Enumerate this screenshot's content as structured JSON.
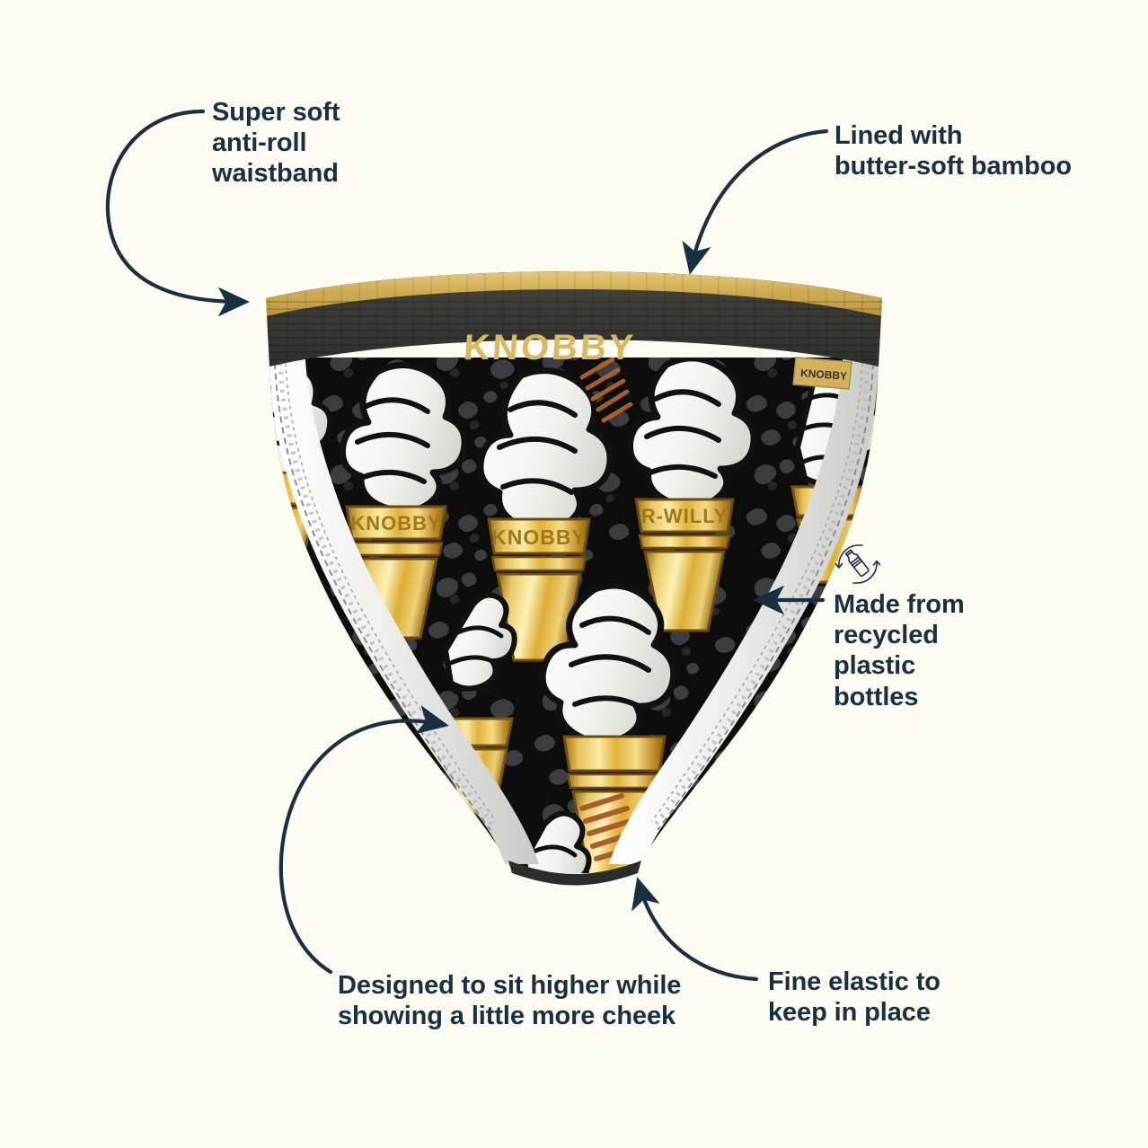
{
  "page": {
    "background_color": "#FDFAF2",
    "annotation_color": "#173143",
    "product_brand": "KNOBBY",
    "product_type": "cheeky-brief-underwear",
    "print_theme": "soft-serve ice cream cones on leopard print"
  },
  "callouts": [
    {
      "id": "waistband",
      "text": "Super soft\nanti-roll\nwaistband",
      "position": "top-left",
      "arrow": "curve-left-down-to-waistband"
    },
    {
      "id": "bamboo",
      "text": "Lined with\nbutter-soft bamboo",
      "position": "top-right",
      "arrow": "curve-down-to-lining"
    },
    {
      "id": "recycled",
      "text": "Made from\nrecycled\nplastic\nbottles",
      "position": "right",
      "arrow": "straight-left-to-hip"
    },
    {
      "id": "cheek",
      "text": "Designed to sit higher while\nshowing a little more cheek",
      "position": "bottom-left",
      "arrow": "curve-up-right-to-leg-opening"
    },
    {
      "id": "elastic",
      "text": "Fine elastic to\nkeep in place",
      "position": "bottom-right",
      "arrow": "curve-up-left-to-gusset"
    }
  ],
  "icons": {
    "recycled_bottle": "recycled-bottle-icon"
  },
  "garment": {
    "waistband": {
      "logo_text": "KNOBBY",
      "logo_color": "#D8B863",
      "band_color": "#3B3B39",
      "gold_trim_color": "#D6B468",
      "lining_color": "#53603D",
      "tag_text": "KNOBBY",
      "tag_color": "#D3B15E"
    },
    "body": {
      "base_color": "#111111",
      "leopard_spot_color": "#3F4044",
      "elastic_trim_color": "#E8E8E6",
      "stitch_color": "#9A9A98"
    },
    "cone_labels": [
      "KNOBBY",
      "R-WILLY"
    ],
    "cone_gold": "#E2B63C",
    "swirl_color": "#F2F1EC"
  }
}
